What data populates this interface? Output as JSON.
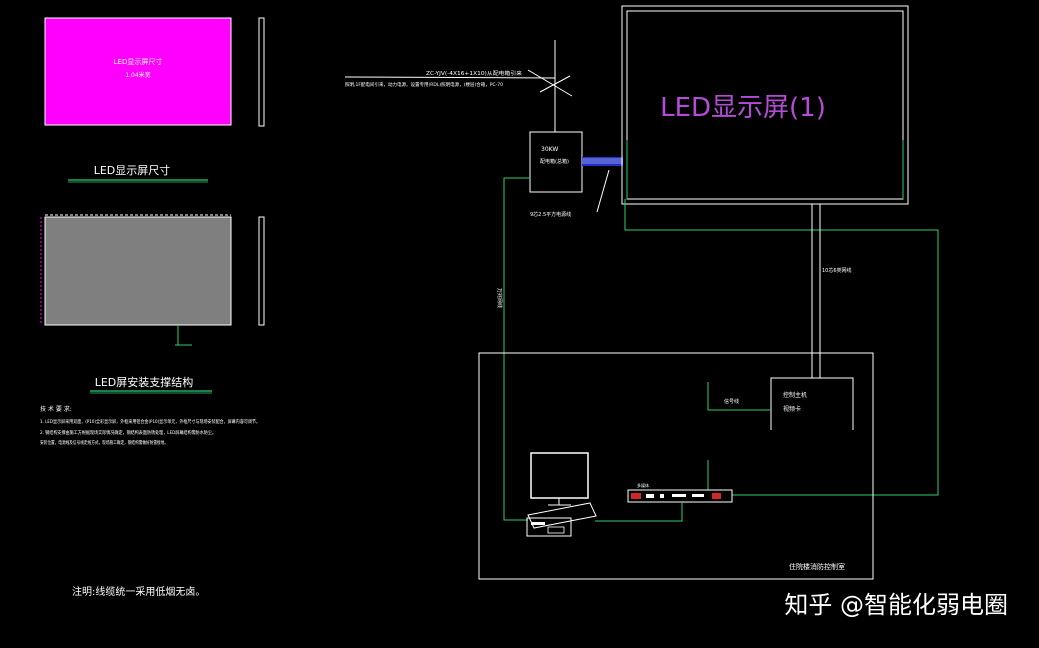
{
  "colors": {
    "background": "#000000",
    "line_white": "#ffffff",
    "line_green": "#2ecc71",
    "panel_magenta": "#ff00ff",
    "panel_gray": "#7f7f7f",
    "title_purple": "#b44cd8",
    "cable_blue": "#1e30c8",
    "rack_red": "#d02828"
  },
  "left": {
    "size_panel_line1": "LED显示屏尺寸",
    "size_panel_line2": "1.04米宽",
    "size_caption": "LED显示屏尺寸",
    "mount_caption": "LED屏安装支撑结构",
    "notes_heading": "技 术 要 求:",
    "note_1": "1. LED显示屏采用双面，(P10)全彩显示屏，外框采用铝合金(P10)显示单元，外框尺寸与现场安装配合，屏幕内容可调节。",
    "note_2": "2. 钢结构支撑由施工方根据现场实际情况确定，钢结构表面防锈处理，LED屏幕结构需防水防尘。",
    "note_3": "   安装位置，电源线及信号线走线方式，现场施工确定，钢结构需做好防雷接地。",
    "footer_note": "注明:线缆统一采用低烟无卤。"
  },
  "center": {
    "power_label": "ZC-YJV(-4X16+1X10)从配电箱引来",
    "power_sub": "照明,1F配电间引来，动力电源，设置专用(RDL)照明电源，(楼层)合箱，PC-70",
    "cabinet_power": "30KW",
    "cabinet_name": "配电箱(总箱)",
    "cable_label": "9芯2.5平方电源线",
    "vertical_label": "万兆网线",
    "fiber_label": "10芯6类网线"
  },
  "right": {
    "screen_title": "LED显示屏(1)",
    "controller_line1": "控制主机",
    "controller_line2": "视频卡",
    "signal_label": "信号线",
    "rack_label": "多媒体",
    "room_label": "住院楼消防控制室"
  },
  "watermark": "知乎 @智能化弱电圈"
}
